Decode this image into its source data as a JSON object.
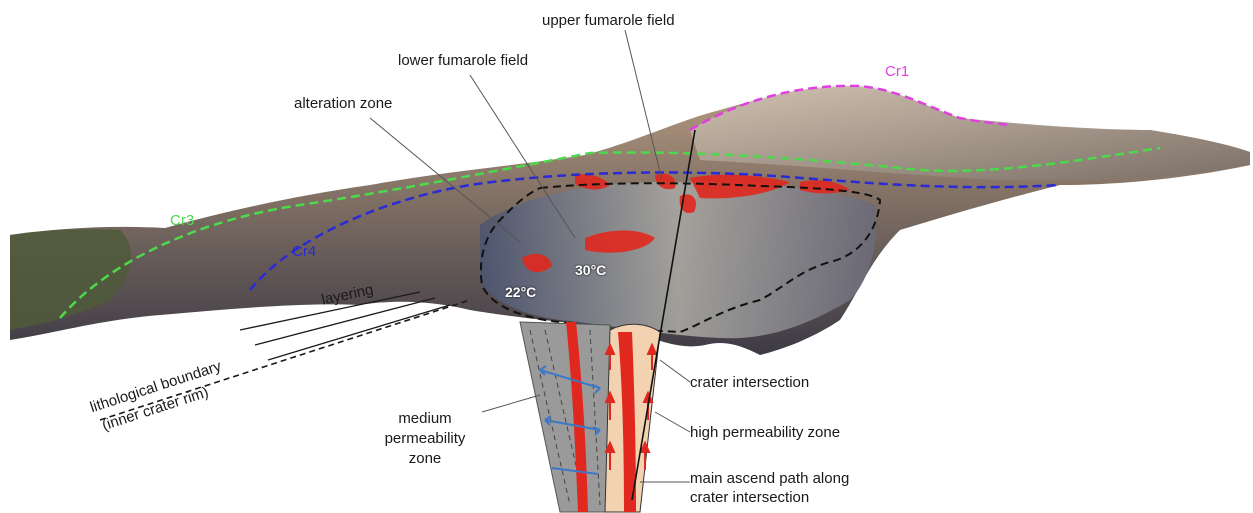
{
  "labels": {
    "upper_fumarole": "upper fumarole field",
    "lower_fumarole": "lower fumarole field",
    "alteration": "alteration zone",
    "layering": "layering",
    "lithological_line1": "lithological boundary",
    "lithological_line2": "(inner crater rim)",
    "medium_line1": "medium",
    "medium_line2": "permeability",
    "medium_line3": "zone",
    "crater_intersection": "crater intersection",
    "high_permeability": "high permeability zone",
    "ascend_line1": "main ascend path along",
    "ascend_line2": "crater intersection"
  },
  "craters": {
    "cr1": {
      "label": "Cr1",
      "color": "#e040e0"
    },
    "cr3": {
      "label": "Cr3",
      "color": "#4cd94c"
    },
    "cr4": {
      "label": "Cr4",
      "color": "#2a2ad6"
    }
  },
  "temperatures": {
    "t1": "30°C",
    "t2": "22°C"
  },
  "colors": {
    "fumarole": "#e0281e",
    "high_zone": "#f2d2b0",
    "medium_zone": "#9a9a9a",
    "arrow_up": "#e0281e",
    "arrow_flow": "#3a78c8"
  }
}
